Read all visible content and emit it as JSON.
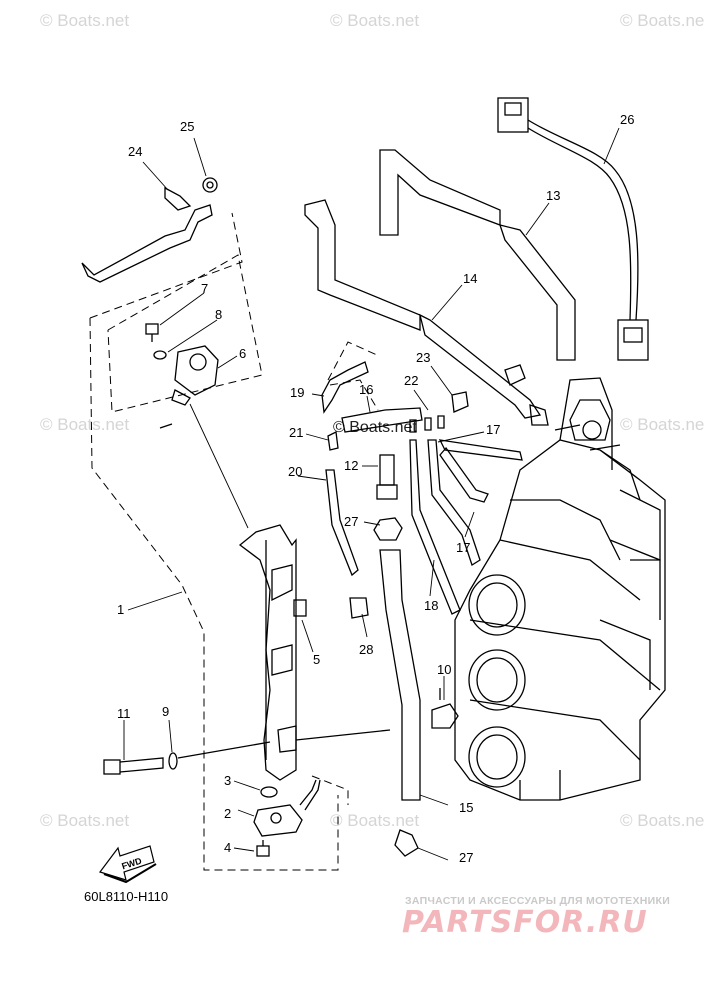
{
  "diagram": {
    "part_code": "60L8110-H110",
    "fwd_label": "FWD",
    "callouts": [
      {
        "id": "c1",
        "label": "1"
      },
      {
        "id": "c2",
        "label": "2"
      },
      {
        "id": "c3",
        "label": "3"
      },
      {
        "id": "c4",
        "label": "4"
      },
      {
        "id": "c5",
        "label": "5"
      },
      {
        "id": "c6",
        "label": "6"
      },
      {
        "id": "c7",
        "label": "7"
      },
      {
        "id": "c8",
        "label": "8"
      },
      {
        "id": "c9",
        "label": "9"
      },
      {
        "id": "c10",
        "label": "10"
      },
      {
        "id": "c11",
        "label": "11"
      },
      {
        "id": "c12",
        "label": "12"
      },
      {
        "id": "c13",
        "label": "13"
      },
      {
        "id": "c14",
        "label": "14"
      },
      {
        "id": "c15",
        "label": "15"
      },
      {
        "id": "c16",
        "label": "16"
      },
      {
        "id": "c17a",
        "label": "17"
      },
      {
        "id": "c17b",
        "label": "17"
      },
      {
        "id": "c18",
        "label": "18"
      },
      {
        "id": "c19",
        "label": "19"
      },
      {
        "id": "c20",
        "label": "20"
      },
      {
        "id": "c21",
        "label": "21"
      },
      {
        "id": "c22",
        "label": "22"
      },
      {
        "id": "c23",
        "label": "23"
      },
      {
        "id": "c24",
        "label": "24"
      },
      {
        "id": "c25",
        "label": "25"
      },
      {
        "id": "c26",
        "label": "26"
      },
      {
        "id": "c27a",
        "label": "27"
      },
      {
        "id": "c27b",
        "label": "27"
      },
      {
        "id": "c28",
        "label": "28"
      }
    ]
  },
  "watermarks": {
    "boats_net": "© Boats.net",
    "boats_net_short": "© Boats.ne"
  },
  "brand": {
    "subtitle": "ЗАПЧАСТИ И АКСЕССУАРЫ ДЛЯ МОТОТЕХНИКИ",
    "name": "PARTSFOR.RU"
  }
}
